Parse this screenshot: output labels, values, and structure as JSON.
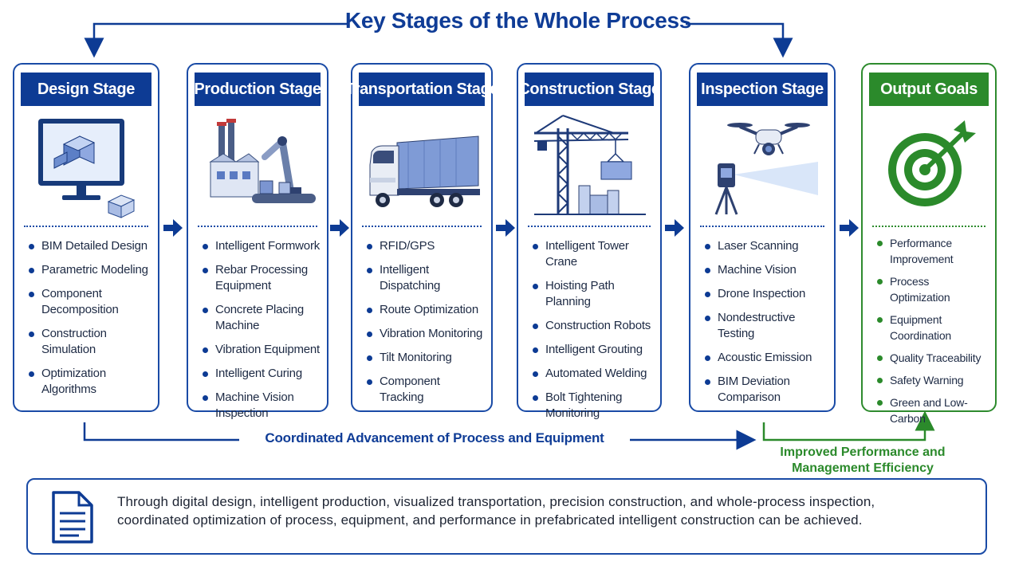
{
  "title": "Key Stages of the Whole Process",
  "stages": [
    {
      "header": "Design Stage",
      "icon": "computer-bim-icon",
      "items": [
        "BIM Detailed Design",
        "Parametric Modeling",
        "Component Decomposition",
        "Construction Simulation",
        "Optimization Algorithms"
      ]
    },
    {
      "header": "Production Stage",
      "icon": "factory-robot-arm-icon",
      "items": [
        "Intelligent Formwork",
        "Rebar Processing Equipment",
        "Concrete Placing Machine",
        "Vibration Equipment",
        "Intelligent Curing",
        "Machine Vision Inspection"
      ]
    },
    {
      "header": "Transportation Stage",
      "icon": "truck-icon",
      "items": [
        "RFID/GPS",
        "Intelligent Dispatching",
        "Route Optimization",
        "Vibration Monitoring",
        "Tilt Monitoring",
        "Component Tracking"
      ]
    },
    {
      "header": "Construction Stage",
      "icon": "tower-crane-icon",
      "items": [
        "Intelligent Tower Crane",
        "Hoisting Path Planning",
        "Construction Robots",
        "Intelligent Grouting",
        "Automated Welding",
        "Bolt Tightening Monitoring"
      ]
    },
    {
      "header": "Inspection Stage",
      "icon": "drone-laser-scanner-icon",
      "items": [
        "Laser Scanning",
        "Machine Vision",
        "Drone Inspection",
        "Nondestructive Testing",
        "Acoustic Emission",
        "BIM Deviation Comparison"
      ]
    },
    {
      "header": "Output Goals",
      "icon": "target-arrow-icon",
      "items": [
        "Performance Improvement",
        "Process Optimization",
        "Equipment Coordination",
        "Quality Traceability",
        "Safety Warning",
        "Green and Low-Carbon"
      ]
    }
  ],
  "coordination_label": "Coordinated Advancement of Process and Equipment",
  "improved_label": "Improved Performance and Management Efficiency",
  "summary": {
    "icon": "document-icon",
    "text": "Through digital design, intelligent production, visualized transportation, precision construction, and whole-process inspection, coordinated optimization of process, equipment, and performance in prefabricated intelligent construction can be achieved."
  },
  "colors": {
    "primary": "#0d3b94",
    "accent_green": "#2b8a2b",
    "light_blue": "#9fb4e0"
  }
}
